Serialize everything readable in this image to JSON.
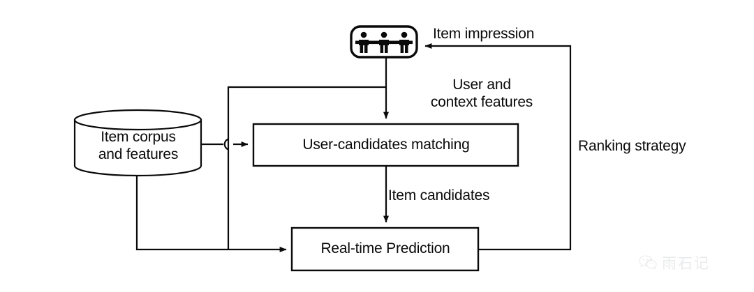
{
  "diagram": {
    "title": "Recommender system pipeline flow diagram",
    "background_color": "#ffffff",
    "stroke_color": "#0a0a0a",
    "nodes": [
      {
        "id": "users",
        "name": "users-icon-node",
        "shape": "rounded-rectangle",
        "icon": "three-people-icon",
        "label": ""
      },
      {
        "id": "item_corpus",
        "name": "item-corpus-cylinder",
        "shape": "cylinder",
        "label": "Item corpus\nand features"
      },
      {
        "id": "matching",
        "name": "user-candidates-matching-box",
        "shape": "rectangle",
        "label": "User-candidates matching"
      },
      {
        "id": "prediction",
        "name": "real-time-prediction-box",
        "shape": "rectangle",
        "label": "Real-time Prediction"
      }
    ],
    "edges": [
      {
        "id": "e_impression",
        "from": "prediction",
        "to": "users",
        "label": "Item impression",
        "routing": "right-up-left",
        "arrow": "left"
      },
      {
        "id": "e_usercontext",
        "from": "users",
        "to": "matching",
        "label": "User and\ncontext features",
        "routing": "down",
        "arrow": "down"
      },
      {
        "id": "e_candidates",
        "from": "matching",
        "to": "prediction",
        "label": "Item candidates",
        "routing": "down",
        "arrow": "down"
      },
      {
        "id": "e_ranking",
        "from": "prediction",
        "to": "users",
        "label": "Ranking strategy",
        "routing": "vertical-right-leg",
        "arrow": "none"
      },
      {
        "id": "e_corpus_matching",
        "from": "item_corpus",
        "to": "matching",
        "label": "",
        "routing": "right-with-line-jump",
        "arrow": "right"
      },
      {
        "id": "e_corpus_prediction",
        "from": "item_corpus",
        "to": "prediction",
        "label": "",
        "routing": "down-right",
        "arrow": "right"
      },
      {
        "id": "e_user_features_branch",
        "from": "users",
        "to": "matching",
        "label": "",
        "routing": "left-branch-down",
        "arrow": "none"
      }
    ]
  },
  "watermark": {
    "text": "雨石记",
    "icon": "wechat-icon",
    "color": "#b9bcc0"
  }
}
